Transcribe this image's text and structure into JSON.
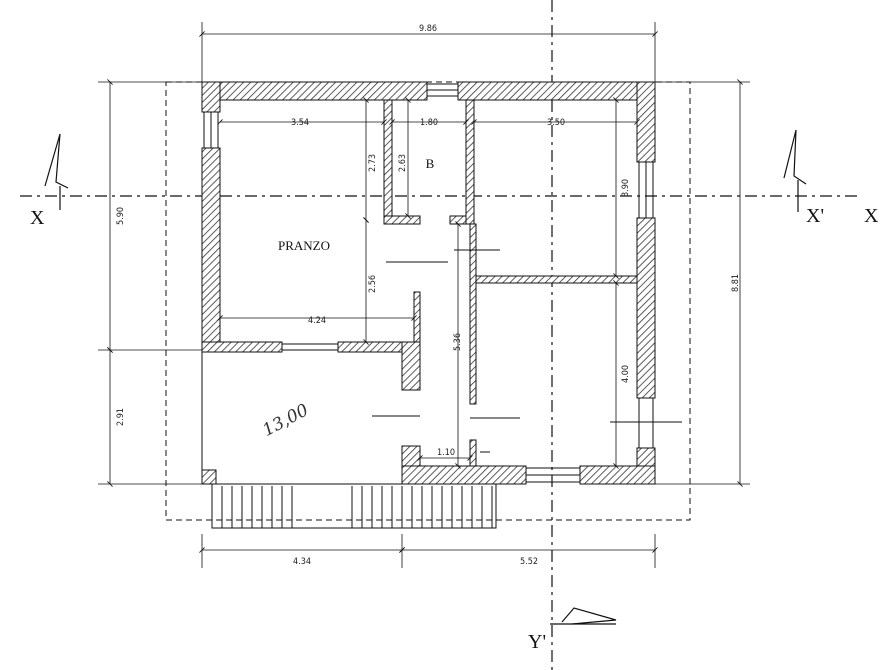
{
  "plan": {
    "rooms": {
      "dining": "PRANZO",
      "bath": "B"
    },
    "dimensions": {
      "top_total": "9.86",
      "dining_width": "3.54",
      "bath_width": "1.80",
      "right_room_width": "3.50",
      "dining_height_upper": "2.73",
      "bath_height": "2.63",
      "right_room_upper_height": "3.90",
      "left_upper": "5.90",
      "left_lower": "2.91",
      "right_total": "8.81",
      "dining_height_lower": "2.56",
      "dining_width_bottom": "4.24",
      "corridor_height": "5.36",
      "right_room_lower_height": "4.00",
      "corridor_width": "1.10",
      "bottom_left": "4.34",
      "bottom_right": "5.52"
    },
    "section_labels": {
      "x_left": "X",
      "x_prime": "X'",
      "x_right": "X",
      "y_prime": "Y'"
    },
    "handwritten_note": "13,00",
    "colors": {
      "wall_hatch": "#444444",
      "line": "#111111",
      "background": "#ffffff"
    }
  }
}
